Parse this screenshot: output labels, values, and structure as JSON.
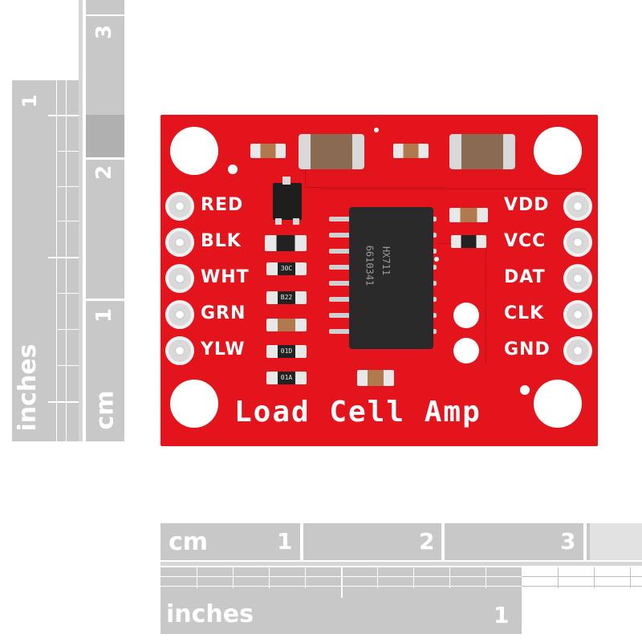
{
  "board": {
    "pin_labels_left": [
      "RED",
      "BLK",
      "WHT",
      "GRN",
      "YLW"
    ],
    "pin_labels_right": [
      "VDD",
      "VCC",
      "DAT",
      "CLK",
      "GND"
    ],
    "title": "Load Cell Amp",
    "chip_line1": "HX711",
    "chip_line2": "6610341",
    "resistor_codes": [
      "30C",
      "B22",
      "01D",
      "01A"
    ],
    "colors": {
      "pcb": "#e3141b",
      "silkscreen": "#ffffff",
      "ruler": "#c8c8c8"
    }
  },
  "ruler_vertical": {
    "inch_unit": "inches",
    "inch_number": "1",
    "cm_unit": "cm",
    "cm_numbers": [
      "1",
      "2",
      "3"
    ]
  },
  "ruler_horizontal": {
    "cm_unit": "cm",
    "cm_numbers": [
      "1",
      "2",
      "3"
    ],
    "inch_unit": "inches",
    "inch_number": "1"
  }
}
